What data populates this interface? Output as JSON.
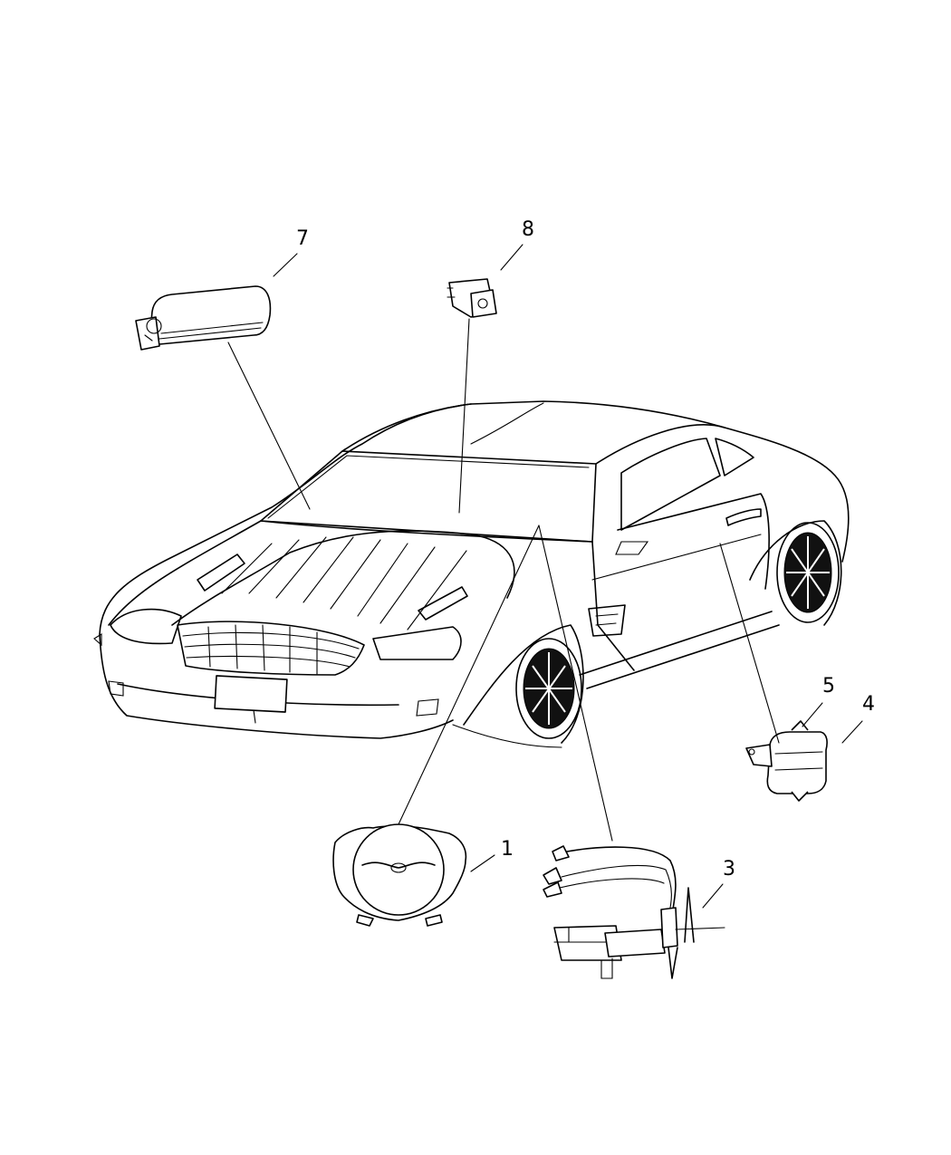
{
  "callouts": [
    {
      "id": "1",
      "text": "1"
    },
    {
      "id": "3",
      "text": "3"
    },
    {
      "id": "4",
      "text": "4"
    },
    {
      "id": "5",
      "text": "5"
    },
    {
      "id": "7",
      "text": "7"
    },
    {
      "id": "8",
      "text": "8"
    }
  ]
}
